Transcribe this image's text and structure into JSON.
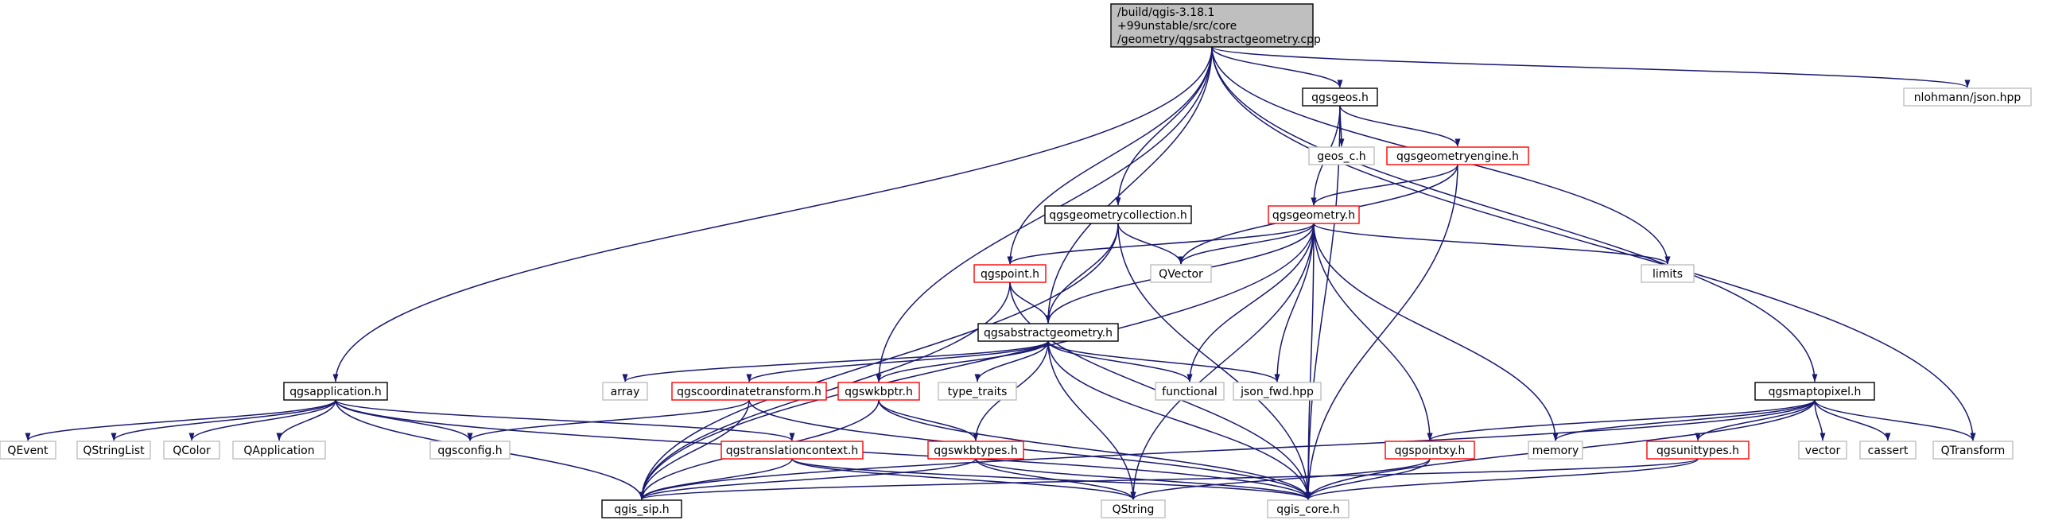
{
  "colors": {
    "root_fill": "#bfbfbf",
    "node_fill": "#ffffff",
    "border_black": "#000000",
    "border_red": "#ff0000",
    "border_gray": "#bfbfbf",
    "edge": "#191970"
  },
  "nodes": [
    {
      "id": "root",
      "lines": [
        "/build/qgis-3.18.1",
        "+99unstable/src/core",
        "/geometry/qgsabstractgeometry.cpp"
      ],
      "style": "root"
    },
    {
      "id": "qgsgeos",
      "lines": [
        "qgsgeos.h"
      ],
      "style": "black"
    },
    {
      "id": "nlohmann",
      "lines": [
        "nlohmann/json.hpp"
      ],
      "style": "gray"
    },
    {
      "id": "geos_c",
      "lines": [
        "geos_c.h"
      ],
      "style": "gray"
    },
    {
      "id": "geomengine",
      "lines": [
        "qgsgeometryengine.h"
      ],
      "style": "red"
    },
    {
      "id": "geomcoll",
      "lines": [
        "qgsgeometrycollection.h"
      ],
      "style": "black"
    },
    {
      "id": "geometry",
      "lines": [
        "qgsgeometry.h"
      ],
      "style": "red"
    },
    {
      "id": "qvector",
      "lines": [
        "QVector"
      ],
      "style": "gray"
    },
    {
      "id": "limits",
      "lines": [
        "limits"
      ],
      "style": "gray"
    },
    {
      "id": "qgspoint",
      "lines": [
        "qgspoint.h"
      ],
      "style": "red"
    },
    {
      "id": "absgeom",
      "lines": [
        "qgsabstractgeometry.h"
      ],
      "style": "black"
    },
    {
      "id": "array",
      "lines": [
        "array"
      ],
      "style": "gray"
    },
    {
      "id": "coordtrans",
      "lines": [
        "qgscoordinatetransform.h"
      ],
      "style": "red"
    },
    {
      "id": "wkbptr",
      "lines": [
        "qgswkbptr.h"
      ],
      "style": "red"
    },
    {
      "id": "type_traits",
      "lines": [
        "type_traits"
      ],
      "style": "gray"
    },
    {
      "id": "functional",
      "lines": [
        "functional"
      ],
      "style": "gray"
    },
    {
      "id": "json_fwd",
      "lines": [
        "json_fwd.hpp"
      ],
      "style": "gray"
    },
    {
      "id": "qgsapplication",
      "lines": [
        "qgsapplication.h"
      ],
      "style": "black"
    },
    {
      "id": "maptopixel",
      "lines": [
        "qgsmaptopixel.h"
      ],
      "style": "black"
    },
    {
      "id": "qevent",
      "lines": [
        "QEvent"
      ],
      "style": "gray"
    },
    {
      "id": "qstringlist",
      "lines": [
        "QStringList"
      ],
      "style": "gray"
    },
    {
      "id": "qcolor",
      "lines": [
        "QColor"
      ],
      "style": "gray"
    },
    {
      "id": "qapplication",
      "lines": [
        "QApplication"
      ],
      "style": "gray"
    },
    {
      "id": "qgsconfig",
      "lines": [
        "qgsconfig.h"
      ],
      "style": "gray"
    },
    {
      "id": "translctx",
      "lines": [
        "qgstranslationcontext.h"
      ],
      "style": "red"
    },
    {
      "id": "wkbtypes",
      "lines": [
        "qgswkbtypes.h"
      ],
      "style": "red"
    },
    {
      "id": "pointxy",
      "lines": [
        "qgspointxy.h"
      ],
      "style": "red"
    },
    {
      "id": "memory",
      "lines": [
        "memory"
      ],
      "style": "gray"
    },
    {
      "id": "unittypes",
      "lines": [
        "qgsunittypes.h"
      ],
      "style": "red"
    },
    {
      "id": "vector",
      "lines": [
        "vector"
      ],
      "style": "gray"
    },
    {
      "id": "cassert",
      "lines": [
        "cassert"
      ],
      "style": "gray"
    },
    {
      "id": "qtransform",
      "lines": [
        "QTransform"
      ],
      "style": "gray"
    },
    {
      "id": "qgis_sip",
      "lines": [
        "qgis_sip.h"
      ],
      "style": "black"
    },
    {
      "id": "qstring",
      "lines": [
        "QString"
      ],
      "style": "gray"
    },
    {
      "id": "qgis_core",
      "lines": [
        "qgis_core.h"
      ],
      "style": "gray"
    }
  ],
  "edges": [
    [
      "root",
      "qgsgeos"
    ],
    [
      "root",
      "nlohmann"
    ],
    [
      "root",
      "geomcoll"
    ],
    [
      "root",
      "qgspoint"
    ],
    [
      "root",
      "absgeom"
    ],
    [
      "root",
      "wkbptr"
    ],
    [
      "root",
      "qgsapplication"
    ],
    [
      "root",
      "maptopixel"
    ],
    [
      "root",
      "limits"
    ],
    [
      "root",
      "qtransform"
    ],
    [
      "qgsgeos",
      "geos_c"
    ],
    [
      "qgsgeos",
      "geomengine"
    ],
    [
      "qgsgeos",
      "geometry"
    ],
    [
      "qgsgeos",
      "qgis_core"
    ],
    [
      "geomengine",
      "geometry"
    ],
    [
      "geomengine",
      "qvector"
    ],
    [
      "geomengine",
      "qgis_core"
    ],
    [
      "geomcoll",
      "qvector"
    ],
    [
      "geomcoll",
      "absgeom"
    ],
    [
      "geomcoll",
      "qgis_sip"
    ],
    [
      "geomcoll",
      "qgis_core"
    ],
    [
      "geometry",
      "qvector"
    ],
    [
      "geometry",
      "limits"
    ],
    [
      "geometry",
      "qgspoint"
    ],
    [
      "geometry",
      "absgeom"
    ],
    [
      "geometry",
      "functional"
    ],
    [
      "geometry",
      "json_fwd"
    ],
    [
      "geometry",
      "memory"
    ],
    [
      "geometry",
      "pointxy"
    ],
    [
      "geometry",
      "qgis_core"
    ],
    [
      "geometry",
      "qstring"
    ],
    [
      "geometry",
      "qgis_sip"
    ],
    [
      "qgspoint",
      "absgeom"
    ],
    [
      "qgspoint",
      "qgis_sip"
    ],
    [
      "qgspoint",
      "qgis_core"
    ],
    [
      "absgeom",
      "array"
    ],
    [
      "absgeom",
      "coordtrans"
    ],
    [
      "absgeom",
      "wkbptr"
    ],
    [
      "absgeom",
      "type_traits"
    ],
    [
      "absgeom",
      "functional"
    ],
    [
      "absgeom",
      "json_fwd"
    ],
    [
      "absgeom",
      "wkbtypes"
    ],
    [
      "absgeom",
      "qstring"
    ],
    [
      "absgeom",
      "qgis_core"
    ],
    [
      "coordtrans",
      "qgsconfig"
    ],
    [
      "coordtrans",
      "qgis_sip"
    ],
    [
      "coordtrans",
      "qgis_core"
    ],
    [
      "wkbptr",
      "wkbtypes"
    ],
    [
      "wkbptr",
      "qgis_sip"
    ],
    [
      "wkbptr",
      "qgis_core"
    ],
    [
      "qgsapplication",
      "qevent"
    ],
    [
      "qgsapplication",
      "qstringlist"
    ],
    [
      "qgsapplication",
      "qcolor"
    ],
    [
      "qgsapplication",
      "qapplication"
    ],
    [
      "qgsapplication",
      "qgsconfig"
    ],
    [
      "qgsapplication",
      "translctx"
    ],
    [
      "qgsapplication",
      "qgis_sip"
    ],
    [
      "qgsapplication",
      "qgis_core"
    ],
    [
      "translctx",
      "qgis_sip"
    ],
    [
      "translctx",
      "qstring"
    ],
    [
      "translctx",
      "qgis_core"
    ],
    [
      "wkbtypes",
      "qgis_sip"
    ],
    [
      "wkbtypes",
      "qstring"
    ],
    [
      "wkbtypes",
      "qgis_core"
    ],
    [
      "maptopixel",
      "pointxy"
    ],
    [
      "maptopixel",
      "memory"
    ],
    [
      "maptopixel",
      "unittypes"
    ],
    [
      "maptopixel",
      "vector"
    ],
    [
      "maptopixel",
      "cassert"
    ],
    [
      "maptopixel",
      "qtransform"
    ],
    [
      "maptopixel",
      "qgis_sip"
    ],
    [
      "maptopixel",
      "qgis_core"
    ],
    [
      "pointxy",
      "qgis_core"
    ],
    [
      "pointxy",
      "qstring"
    ],
    [
      "unittypes",
      "qgis_sip"
    ],
    [
      "unittypes",
      "qgis_core"
    ]
  ]
}
